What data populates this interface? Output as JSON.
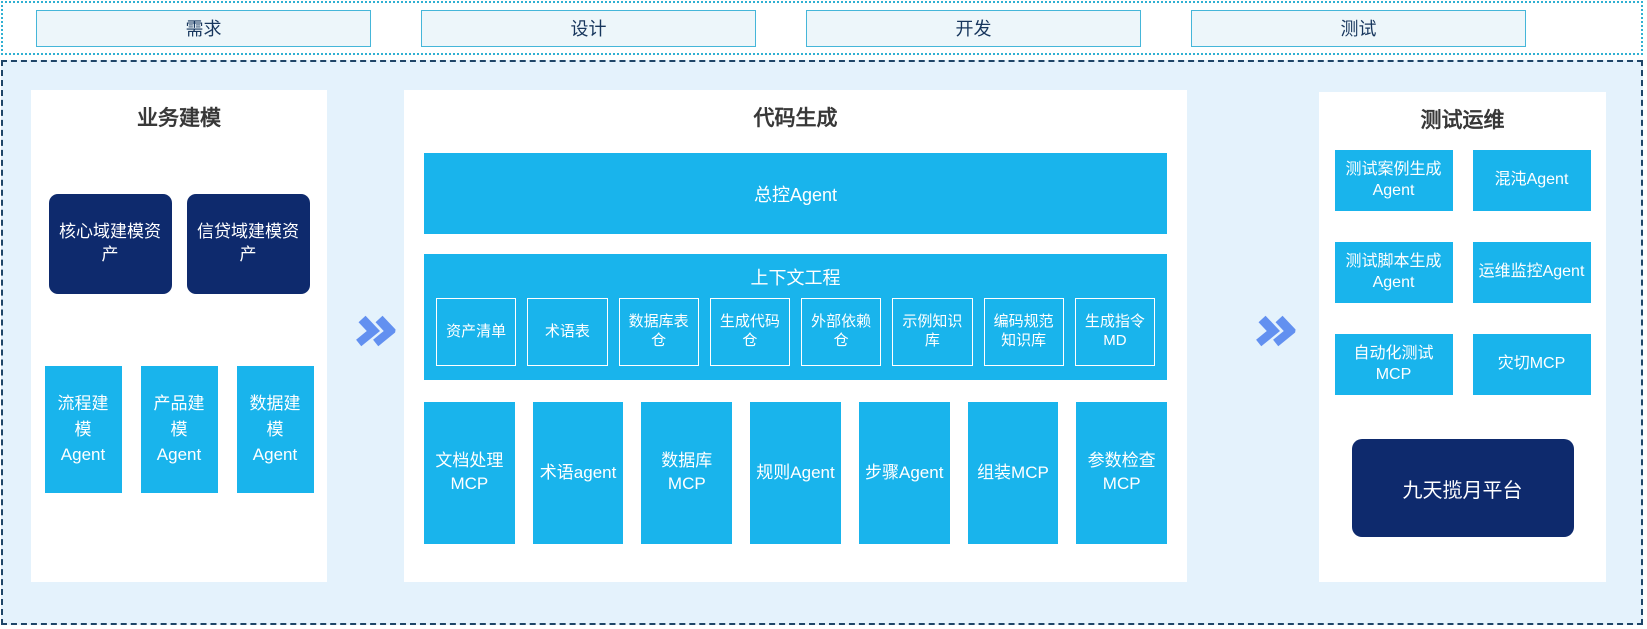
{
  "phases": [
    "需求",
    "设计",
    "开发",
    "测试"
  ],
  "sections": {
    "business_modeling": {
      "title": "业务建模",
      "assets": [
        "核心域建模资产",
        "信贷域建模资产"
      ],
      "agents": [
        "流程建模Agent",
        "产品建模Agent",
        "数据建模Agent"
      ]
    },
    "code_generation": {
      "title": "代码生成",
      "master_agent": "总控Agent",
      "context_engineering": {
        "title": "上下文工程",
        "items": [
          "资产清单",
          "术语表",
          "数据库表仓",
          "生成代码仓",
          "外部依赖仓",
          "示例知识库",
          "编码规范知识库",
          "生成指令MD"
        ]
      },
      "tools": [
        "文档处理MCP",
        "术语agent",
        "数据库MCP",
        "规则Agent",
        "步骤Agent",
        "组装MCP",
        "参数检查MCP"
      ]
    },
    "test_ops": {
      "title": "测试运维",
      "boxes": [
        "测试案例生成Agent",
        "混沌Agent",
        "测试脚本生成Agent",
        "运维监控Agent",
        "自动化测试MCP",
        "灾切MCP"
      ],
      "platform": "九天揽月平台"
    }
  },
  "icons": {
    "flow_chevron": "double-chevron-right"
  },
  "colors": {
    "cyan_box": "#19b4ec",
    "navy_box": "#0e2a6d",
    "band_background": "#e4f2fc",
    "phase_box_fill": "#edf6fa",
    "phase_box_border": "#45b6d9",
    "top_band_border_dotted": "#2fb0d2",
    "main_band_border_dashed": "#1e4568",
    "chevron": "#6290f0",
    "phase_text": "#17365d",
    "section_title_text": "#383838"
  }
}
